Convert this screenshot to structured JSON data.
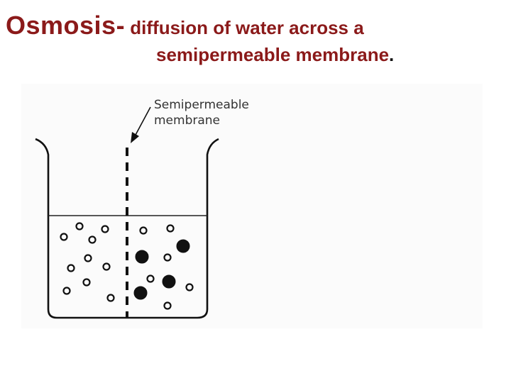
{
  "title": {
    "main": "Osmosis-",
    "line1_pre": " diffusion of ",
    "line1_word": "water",
    "line1_post": " across a",
    "line2": "semipermeable membrane",
    "line2_end": "."
  },
  "figure": {
    "label_line1": "Semipermeable",
    "label_line2": "membrane"
  },
  "colors": {
    "title": "#8b1a1a",
    "water_word": "#111111"
  }
}
